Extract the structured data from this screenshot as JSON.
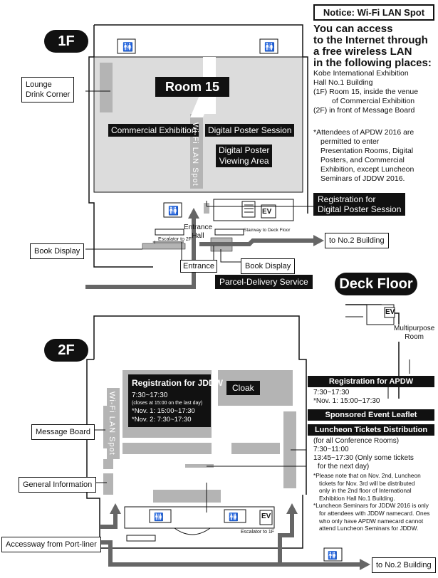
{
  "notice": {
    "title": "Notice: Wi-Fi LAN Spot",
    "headline_lines": [
      "You can access",
      "to the Internet through",
      "a free wireless LAN",
      "in the following places:"
    ],
    "places": [
      "Kobe International Exhibition",
      "Hall No.1 Building",
      "(1F) Room 15, inside the venue",
      "of Commercial Exhibition",
      "(2F) in front of Message Board"
    ],
    "attendee_note": [
      "*Attendees of APDW 2016 are",
      "permitted to enter",
      "Presentation Rooms, Digital",
      "Posters, and Commercial",
      "Exhibition, except Luncheon",
      "Seminars of JDDW 2016."
    ]
  },
  "floor1": {
    "label": "1F",
    "room15": "Room 15",
    "commercial_exhibition": "Commercial Exhibition",
    "digital_poster_session": "Digital Poster Session",
    "digital_poster_viewing": [
      "Digital Poster",
      "Viewing Area"
    ],
    "wifi_spot": "Wi-Fi LAN Spot",
    "lounge": [
      "Lounge",
      "Drink Corner"
    ],
    "registration_poster": [
      "Registration for",
      "Digital Poster Session"
    ],
    "entrance_hall": [
      "Entrance",
      "Hall"
    ],
    "escalator_to_2f": "Escalator to 2F",
    "stairway_to_deck": "Stairway to Deck Floor",
    "book_display_left": "Book Display",
    "book_display_right": "Book Display",
    "entrance": "Entrance",
    "parcel_delivery": "Parcel-Delivery Service",
    "to_no2": "to No.2 Building",
    "ev": "EV"
  },
  "deck": {
    "label": "Deck Floor",
    "multipurpose": [
      "Multipurpose",
      "Room"
    ],
    "ev": "EV"
  },
  "floor2": {
    "label": "2F",
    "registration_jddw": "Registration for JDDW",
    "jddw_times": [
      "7:30~17:30",
      "(closes at 15:00 on the last day)",
      "*Nov. 1: 15:00~17:30",
      "*Nov. 2: 7:30~17:30"
    ],
    "cloak": "Cloak",
    "wifi_spot": "Wi-Fi LAN Spot",
    "message_board": "Message Board",
    "general_information": "General Information",
    "accessway": "Accessway from Port-liner",
    "escalator_to_1f": "Escalator to 1F",
    "to_no2": "to No.2 Building",
    "ev": "EV",
    "registration_apdw": "Registration for APDW",
    "apdw_times": [
      "7:30~17:30",
      "*Nov. 1: 15:00~17:30"
    ],
    "sponsored_leaflet": "Sponsored Event Leaflet",
    "luncheon_title": "Luncheon Tickets Distribution",
    "luncheon_lines": [
      "(for all Conference Rooms)",
      "7:30~11:00",
      "13:45~17:30 (Only some tickets",
      "for the next day)"
    ],
    "luncheon_notes": [
      "*Please note that on Nov. 2nd, Luncheon",
      "tickets for Nov. 3rd will be distributed",
      "only in the 2nd floor of International",
      "Exhibition Hall No.1 Building.",
      "*Luncheon Seminars for JDDW 2016 is only",
      "for attendees with JDDW namecard. Ones",
      "who only have APDW namecard cannot",
      "attend Luncheon Seminars for JDDW."
    ]
  },
  "colors": {
    "gray": "#b4b4b4",
    "light_gray": "#dcdcdc",
    "dark": "#111111",
    "arrow": "#666666"
  }
}
